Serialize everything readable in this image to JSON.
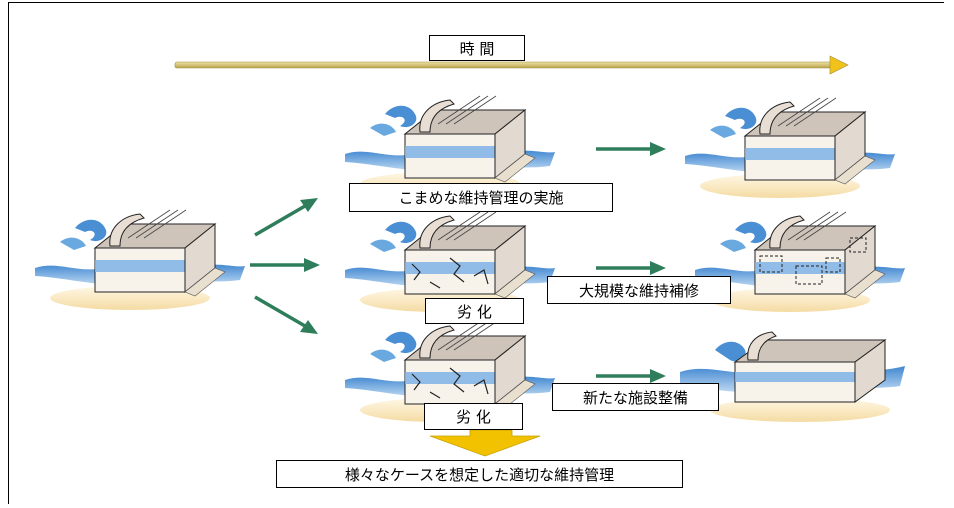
{
  "labels": {
    "time": "時 間",
    "careful_maintenance": "こまめな維持管理の実施",
    "deterioration_1": "劣 化",
    "major_repair": "大規模な維持補修",
    "deterioration_2": "劣 化",
    "new_facility": "新たな施設整備",
    "conclusion": "様々なケースを想定した適切な維持管理"
  },
  "colors": {
    "time_arrow": "#d9c46a",
    "flow_arrow": "#2e7d5b",
    "down_arrow": "#f2c200",
    "water": "#5b9ad6",
    "slab_top": "#d8cfc6",
    "slab_front": "#f4efe6",
    "ground": "#f5deb0"
  }
}
